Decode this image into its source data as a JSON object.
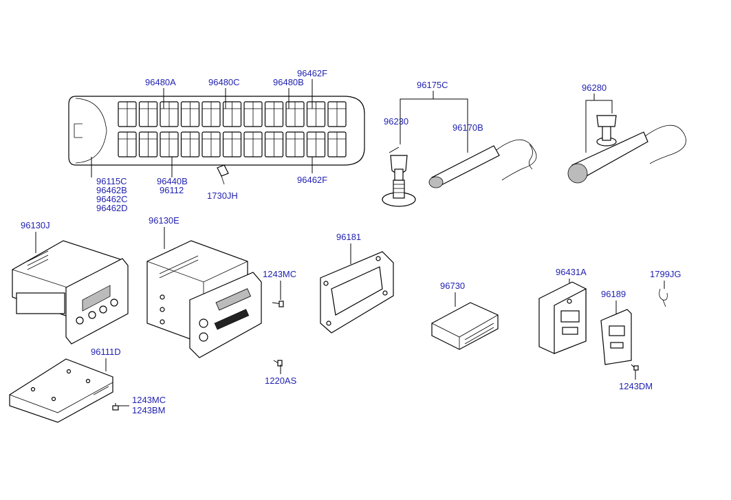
{
  "labels": {
    "p96480A": "96480A",
    "p96480C": "96480C",
    "p96480B": "96480B",
    "p96462F_top": "96462F",
    "p96115C": "96115C",
    "p96462B": "96462B",
    "p96462C": "96462C",
    "p96462D": "96462D",
    "p96440B": "96440B",
    "p96112": "96112",
    "p1730JH": "1730JH",
    "p96462F_bot": "96462F",
    "p96175C": "96175C",
    "p96230": "96230",
    "p96170B": "96170B",
    "p96280": "96280",
    "p96130J": "96130J",
    "p96130E": "96130E",
    "p96181": "96181",
    "p1243MC_a": "1243MC",
    "p1220AS": "1220AS",
    "p96111D": "96111D",
    "p1243MC_b": "1243MC",
    "p1243BM": "1243BM",
    "p96730": "96730",
    "p96431A": "96431A",
    "p96189": "96189",
    "p1799JG": "1799JG",
    "p1243DM": "1243DM"
  },
  "colors": {
    "label": "#1f1fb0",
    "line": "#000000"
  }
}
